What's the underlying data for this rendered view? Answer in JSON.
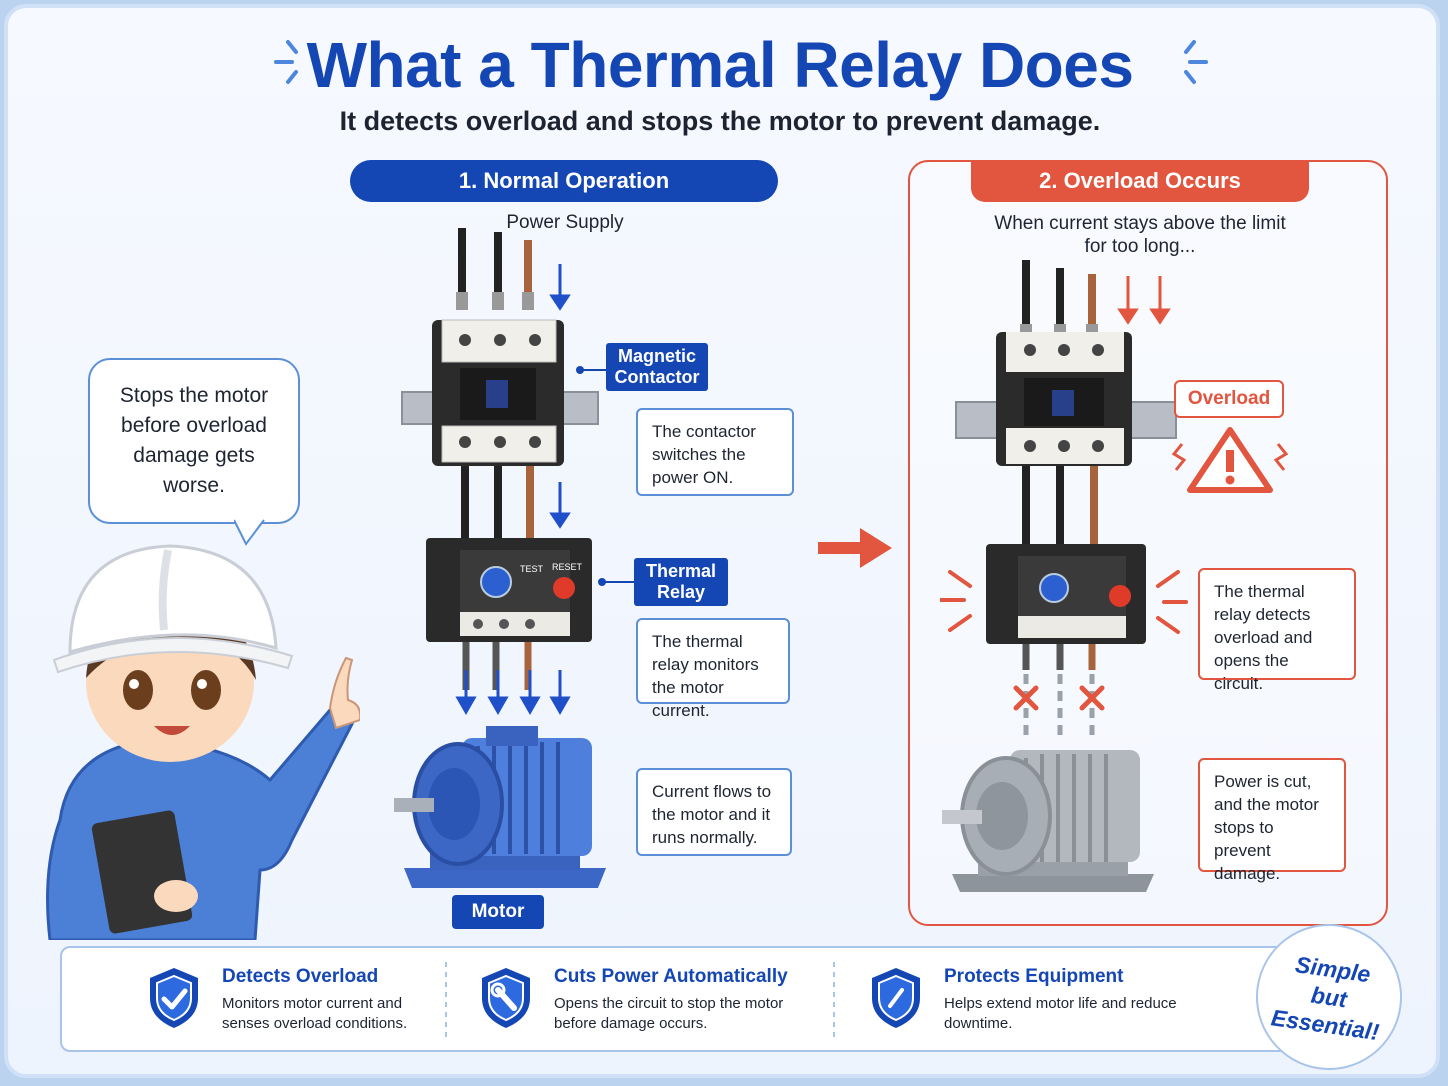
{
  "header": {
    "title": "What a Thermal Relay Does",
    "subtitle": "It detects overload and stops the motor to prevent damage."
  },
  "normal": {
    "heading": "1. Normal Operation",
    "power_label": "Power Supply",
    "contactor_label": "Magnetic Contactor",
    "contactor_note": "The contactor switches the power ON.",
    "relay_label": "Thermal Relay",
    "relay_note": "The thermal relay monitors the motor current.",
    "motor_note": "Current flows to the motor and it runs normally.",
    "motor_label": "Motor",
    "relay_test": "TEST",
    "relay_reset": "RESET"
  },
  "overload": {
    "heading": "2. Overload Occurs",
    "caption": "When current stays above the limit for too long...",
    "overload_tag": "Overload",
    "relay_note": "The thermal relay detects overload and opens the circuit.",
    "motor_note": "Power is cut, and the motor stops to prevent damage."
  },
  "bubble": {
    "text": "Stops the motor before overload damage gets worse."
  },
  "features": [
    {
      "title": "Detects Overload",
      "desc": "Monitors motor current and senses overload conditions.",
      "icon": "shield-check-icon"
    },
    {
      "title": "Cuts Power Automatically",
      "desc": "Opens the circuit to stop the motor before damage occurs.",
      "icon": "shield-wrench-icon"
    },
    {
      "title": "Protects Equipment",
      "desc": "Helps extend motor life and reduce downtime.",
      "icon": "shield-gauge-icon"
    }
  ],
  "badge": {
    "text": "Simple but Essential!"
  },
  "colors": {
    "primary_blue": "#1446b4",
    "alert_red": "#e2553e",
    "outline_blue": "#5b8fd6"
  }
}
